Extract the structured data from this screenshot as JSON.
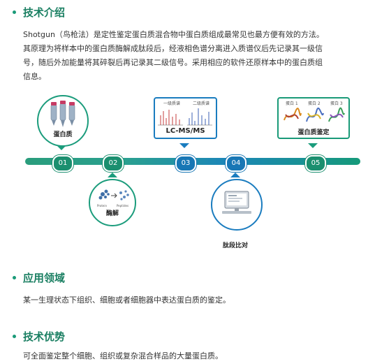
{
  "intro": {
    "title": "技术介绍",
    "lines": [
      "Shotgun（鸟枪法）是定性鉴定蛋白质混合物中蛋白质组成最常见也最方便有效的方法。",
      "其原理为将样本中的蛋白质酶解成肽段后，经液相色谱分离进入质谱仪后先记录其一级信",
      "号，随后外加能量将其碎裂后再记录其二级信号。采用相应的软件还原样本中的蛋白质组",
      "信息。"
    ]
  },
  "workflow": {
    "nodes": [
      "01",
      "02",
      "03",
      "04",
      "05"
    ],
    "step1_label": "蛋白质",
    "step2_label": "酶解",
    "step2_sub": [
      "Protein",
      "Peptides"
    ],
    "step3_label": "LC-MS/MS",
    "step3_ms1": "一级质谱",
    "step3_ms2": "二级质谱",
    "step4_label": "肽段比对",
    "step5_label": "蛋白质鉴定",
    "step5_items": [
      "蛋白 1",
      "蛋白 2",
      "蛋白 3"
    ]
  },
  "application": {
    "title": "应用领域",
    "text": "某一生理状态下组织、细胞或者细胞器中表达蛋白质的鉴定。"
  },
  "advantage": {
    "title": "技术优势",
    "text": "可全面鉴定整个细胞、组织或复杂混合样品的大量蛋白质。"
  }
}
